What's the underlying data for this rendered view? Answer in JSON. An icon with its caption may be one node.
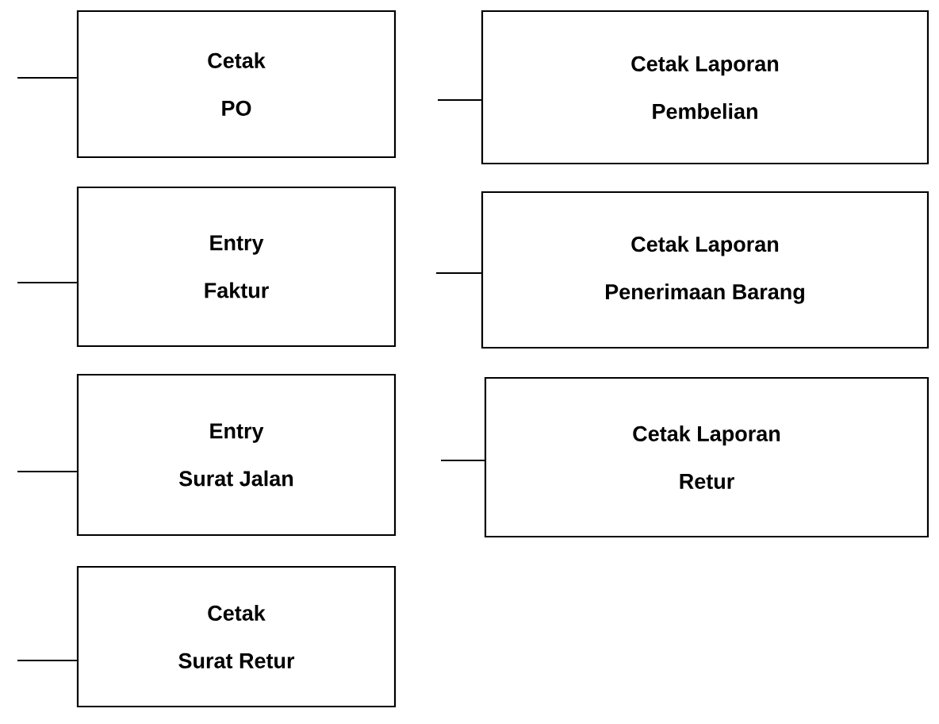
{
  "diagram": {
    "nodes": [
      {
        "text": [
          "Cetak",
          "PO"
        ]
      },
      {
        "text": [
          "Cetak Laporan",
          "Pembelian"
        ]
      },
      {
        "text": [
          "Entry",
          "Faktur"
        ]
      },
      {
        "text": [
          "Cetak Laporan",
          "Penerimaan Barang"
        ]
      },
      {
        "text": [
          "Entry",
          "Surat Jalan"
        ]
      },
      {
        "text": [
          "Cetak Laporan",
          "Retur"
        ]
      },
      {
        "text": [
          "Cetak",
          "Surat Retur"
        ]
      }
    ],
    "edges": [
      {
        "from": null,
        "to": 0,
        "arrow": "none"
      },
      {
        "from": null,
        "to": 1,
        "arrow": "none"
      },
      {
        "from": null,
        "to": 2,
        "arrow": "none"
      },
      {
        "from": null,
        "to": 3,
        "arrow": "none"
      },
      {
        "from": null,
        "to": 4,
        "arrow": "none"
      },
      {
        "from": null,
        "to": 5,
        "arrow": "none"
      },
      {
        "from": null,
        "to": 6,
        "arrow": "none"
      }
    ]
  }
}
